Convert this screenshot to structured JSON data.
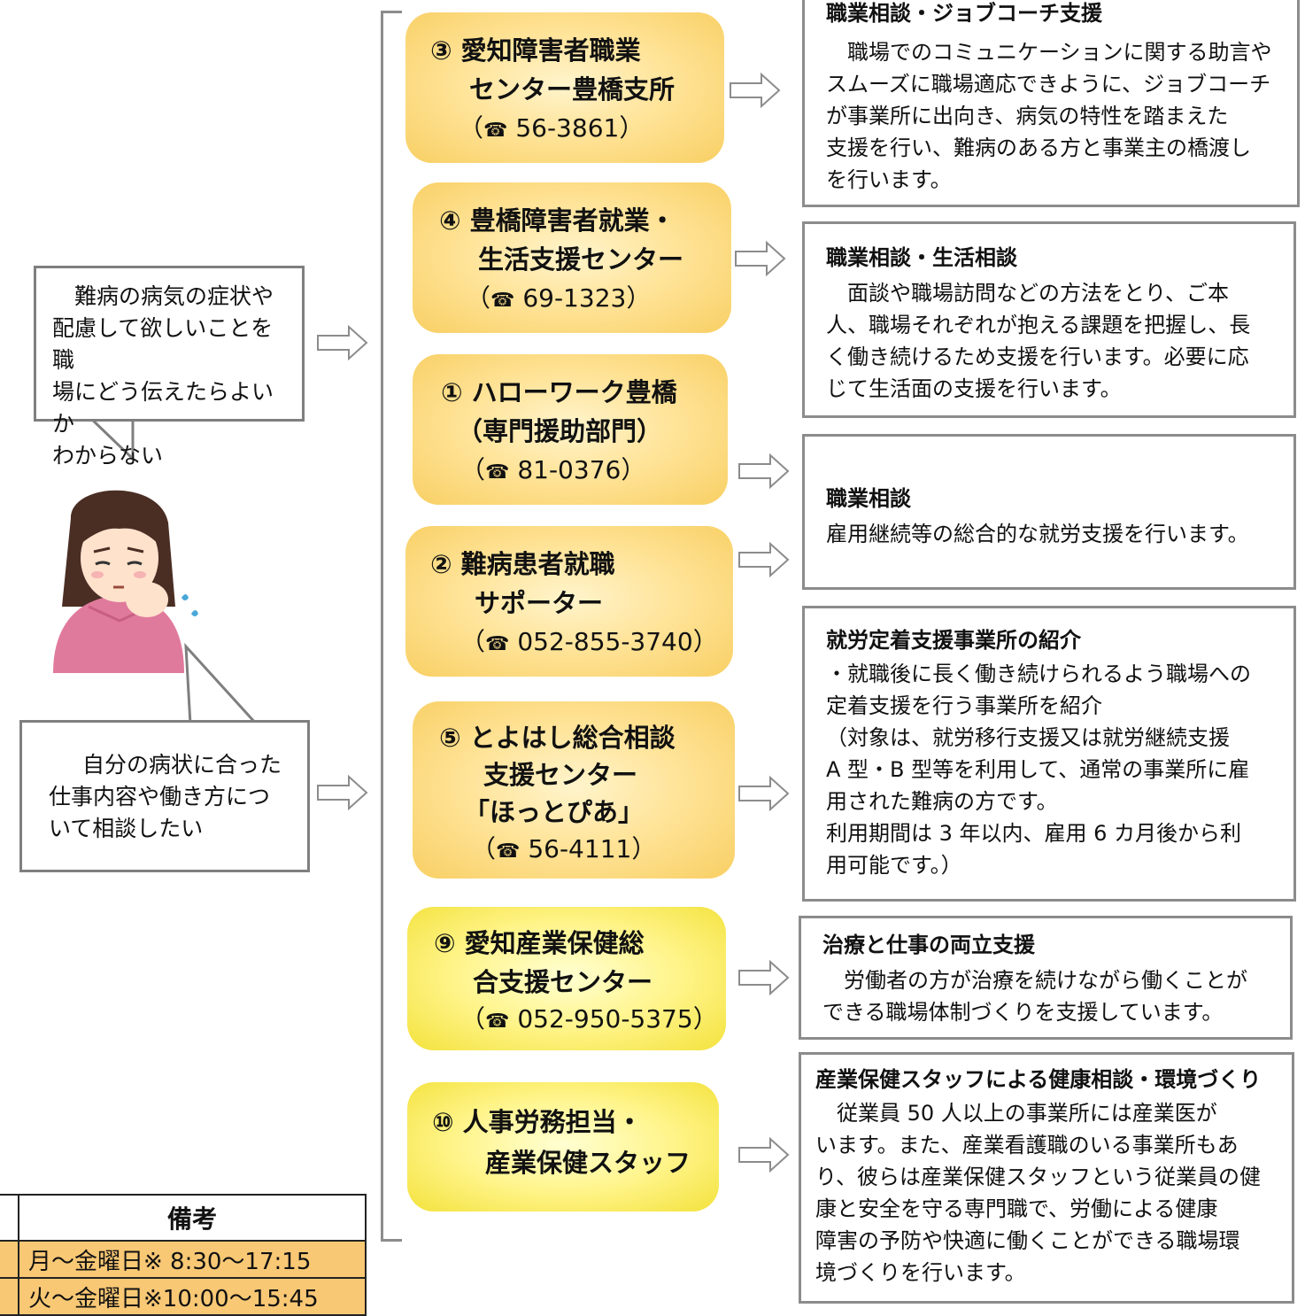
{
  "bubbles": {
    "top": [
      "難病の病気の症状や",
      "配慮して欲しいことを職",
      "場にどう伝えたらよいか",
      "わからない"
    ],
    "bottom": [
      "自分の病状に合った",
      "仕事内容や働き方につ",
      "いて相談したい"
    ]
  },
  "orgs": [
    {
      "lines": [
        "③ 愛知障害者職業",
        "センター豊橋支所"
      ],
      "phone": "56-3861",
      "style": "orange"
    },
    {
      "lines": [
        "④ 豊橋障害者就業・",
        "生活支援センター"
      ],
      "phone": "69-1323",
      "style": "orange"
    },
    {
      "lines": [
        "① ハローワーク豊橋",
        "（専門援助部門）"
      ],
      "phone": "81-0376",
      "style": "orange"
    },
    {
      "lines": [
        "② 難病患者就職",
        "サポーター"
      ],
      "phone": "052-855-3740",
      "style": "orange"
    },
    {
      "lines": [
        "⑤ とよはし総合相談",
        "支援センター",
        "「ほっとぴあ」"
      ],
      "phone": "56-4111",
      "style": "orange"
    },
    {
      "lines": [
        "⑨ 愛知産業保健総",
        "合支援センター"
      ],
      "phone": "052-950-5375",
      "style": "yellow"
    },
    {
      "lines": [
        "⑩ 人事労務担当・",
        "産業保健スタッフ"
      ],
      "phone": "",
      "style": "yellow"
    }
  ],
  "phone_icon": "telephone-icon",
  "phone_open": "（",
  "phone_close": "）",
  "phone_glyph": "☎",
  "infos": [
    {
      "title": "職業相談・ジョブコーチ支援",
      "lines": [
        "　職場でのコミュニケーションに関する助言や",
        "スムーズに職場適応できように、ジョブコーチ",
        "が事業所に出向き、病気の特性を踏まえた",
        "支援を行い、難病のある方と事業主の橋渡し",
        "を行います。"
      ]
    },
    {
      "title": "職業相談・生活相談",
      "lines": [
        "　面談や職場訪問などの方法をとり、ご本",
        "人、職場それぞれが抱える課題を把握し、長",
        "く働き続けるため支援を行います。必要に応",
        "じて生活面の支援を行います。"
      ]
    },
    {
      "title": "職業相談",
      "lines": [
        "雇用継続等の総合的な就労支援を行います。"
      ]
    },
    {
      "title": "就労定着支援事業所の紹介",
      "lines": [
        "・就職後に長く働き続けられるよう職場への",
        "定着支援を行う事業所を紹介",
        "（対象は、就労移行支援又は就労継続支援",
        "A 型・B 型等を利用して、通常の事業所に雇",
        "用された難病の方です。",
        "利用期間は 3 年以内、雇用 6 カ月後から利",
        "用可能です。）"
      ]
    },
    {
      "title": "治療と仕事の両立支援",
      "lines": [
        "　労働者の方が治療を続けながら働くことが",
        "できる職場体制づくりを支援しています。"
      ]
    },
    {
      "title": "産業保健スタッフによる健康相談・環境づくり",
      "lines": [
        "　従業員 50 人以上の事業所には産業医が",
        "います。また、産業看護職のいる事業所もあ",
        "り、彼らは産業保健スタッフという従業員の健",
        "康と安全を守る専門職で、労働による健康",
        "障害の予防や快適に働くことができる職場環",
        "境づくりを行います。"
      ]
    }
  ],
  "table": {
    "header": "備考",
    "rows": [
      "月～金曜日※ 8:30～17:15",
      "火～金曜日※10:00～15:45"
    ]
  },
  "colors": {
    "orange_box": "#f8cf63",
    "yellow_box": "#f3e23c",
    "border": "#8c8c8c",
    "table_row": "#f9c875"
  }
}
